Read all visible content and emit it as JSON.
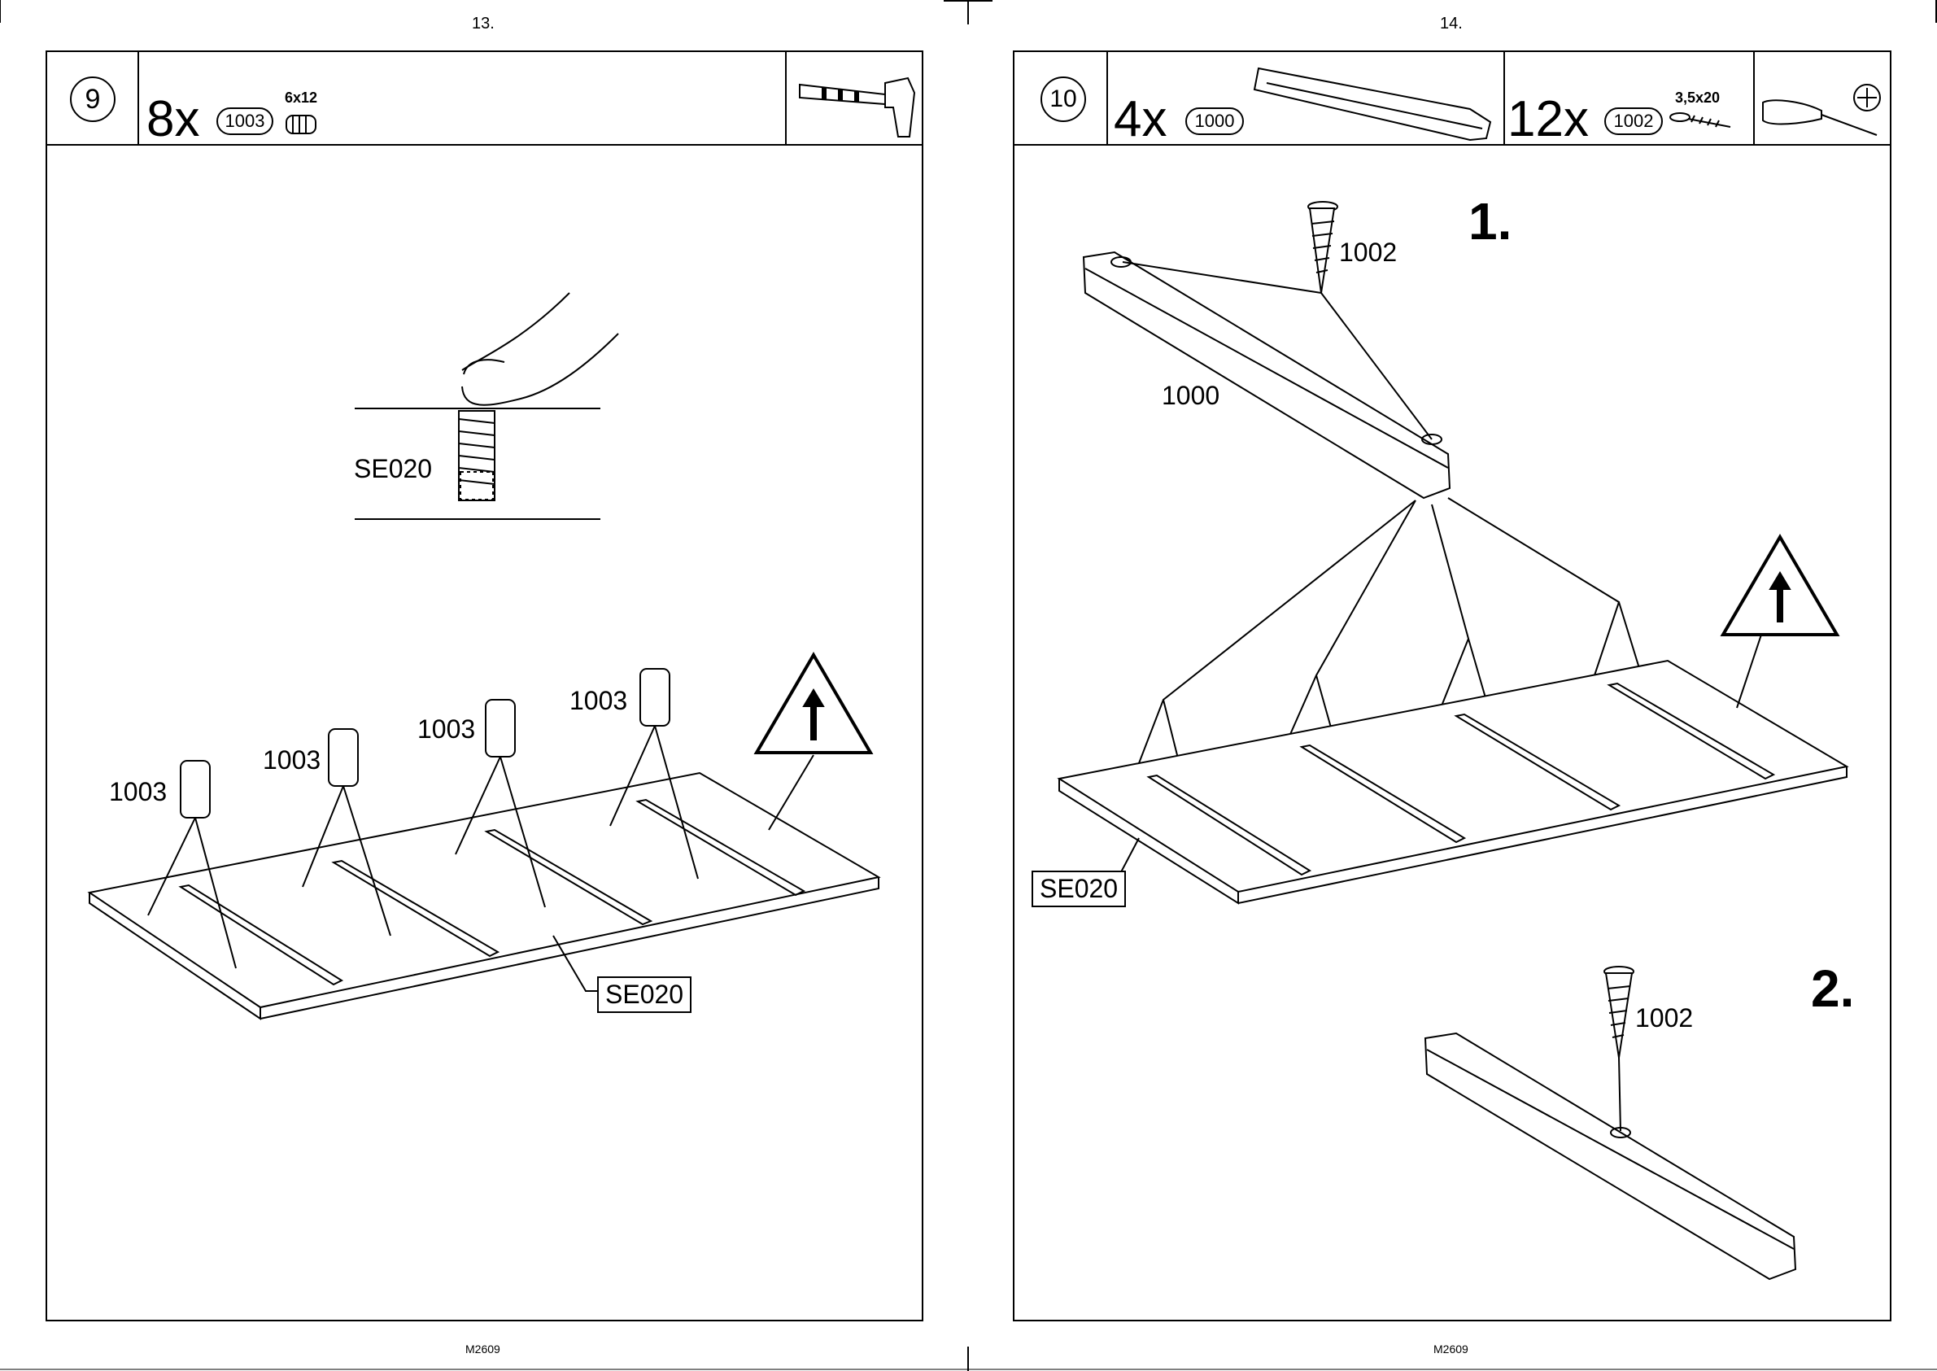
{
  "pages": {
    "left": {
      "page_number": "13.",
      "footer": "M2609",
      "step": {
        "number": "9",
        "qty": "8x",
        "part": "1003",
        "size": "6x12",
        "tool_icon": "hammer-icon"
      },
      "detail_label": "SE020",
      "part_labels": [
        "1003",
        "1003",
        "1003",
        "1003"
      ],
      "panel_label": "SE020",
      "warning_icon": "up-arrow-warning-icon"
    },
    "right": {
      "page_number": "14.",
      "footer": "M2609",
      "step": {
        "number": "10",
        "qty1": "4x",
        "part1": "1000",
        "qty2": "12x",
        "part2": "1002",
        "size2": "3,5x20",
        "tool_icon": "phillips-screwdriver-icon"
      },
      "substep1": "1.",
      "substep2": "2.",
      "screw_label_1": "1002",
      "rail_label": "1000",
      "panel_label": "SE020",
      "screw_label_2": "1002",
      "warning_icon": "up-arrow-warning-icon"
    }
  }
}
